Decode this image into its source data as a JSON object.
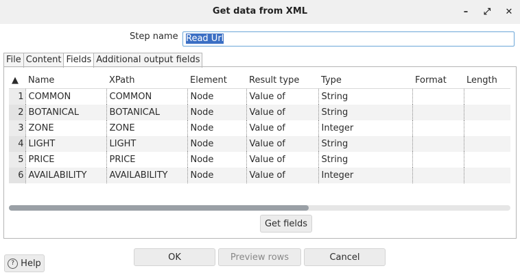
{
  "window": {
    "title": "Get data from XML"
  },
  "step": {
    "label": "Step name",
    "value": "Read Url"
  },
  "tabs": [
    {
      "label": "File"
    },
    {
      "label": "Content"
    },
    {
      "label": "Fields"
    },
    {
      "label": "Additional output fields"
    }
  ],
  "table": {
    "sort_glyph": "▲",
    "headers": [
      "Name",
      "XPath",
      "Element",
      "Result type",
      "Type",
      "Format",
      "Length"
    ],
    "rows": [
      {
        "n": "1",
        "name": "COMMON",
        "xpath": "COMMON",
        "element": "Node",
        "result": "Value of",
        "type": "String"
      },
      {
        "n": "2",
        "name": "BOTANICAL",
        "xpath": "BOTANICAL",
        "element": "Node",
        "result": "Value of",
        "type": "String"
      },
      {
        "n": "3",
        "name": "ZONE",
        "xpath": "ZONE",
        "element": "Node",
        "result": "Value of",
        "type": "Integer"
      },
      {
        "n": "4",
        "name": "LIGHT",
        "xpath": "LIGHT",
        "element": "Node",
        "result": "Value of",
        "type": "String"
      },
      {
        "n": "5",
        "name": "PRICE",
        "xpath": "PRICE",
        "element": "Node",
        "result": "Value of",
        "type": "String"
      },
      {
        "n": "6",
        "name": "AVAILABILITY",
        "xpath": "AVAILABILITY",
        "element": "Node",
        "result": "Value of",
        "type": "Integer"
      }
    ]
  },
  "buttons": {
    "get_fields": "Get fields",
    "ok": "OK",
    "preview": "Preview rows",
    "cancel": "Cancel",
    "help": "Help"
  }
}
